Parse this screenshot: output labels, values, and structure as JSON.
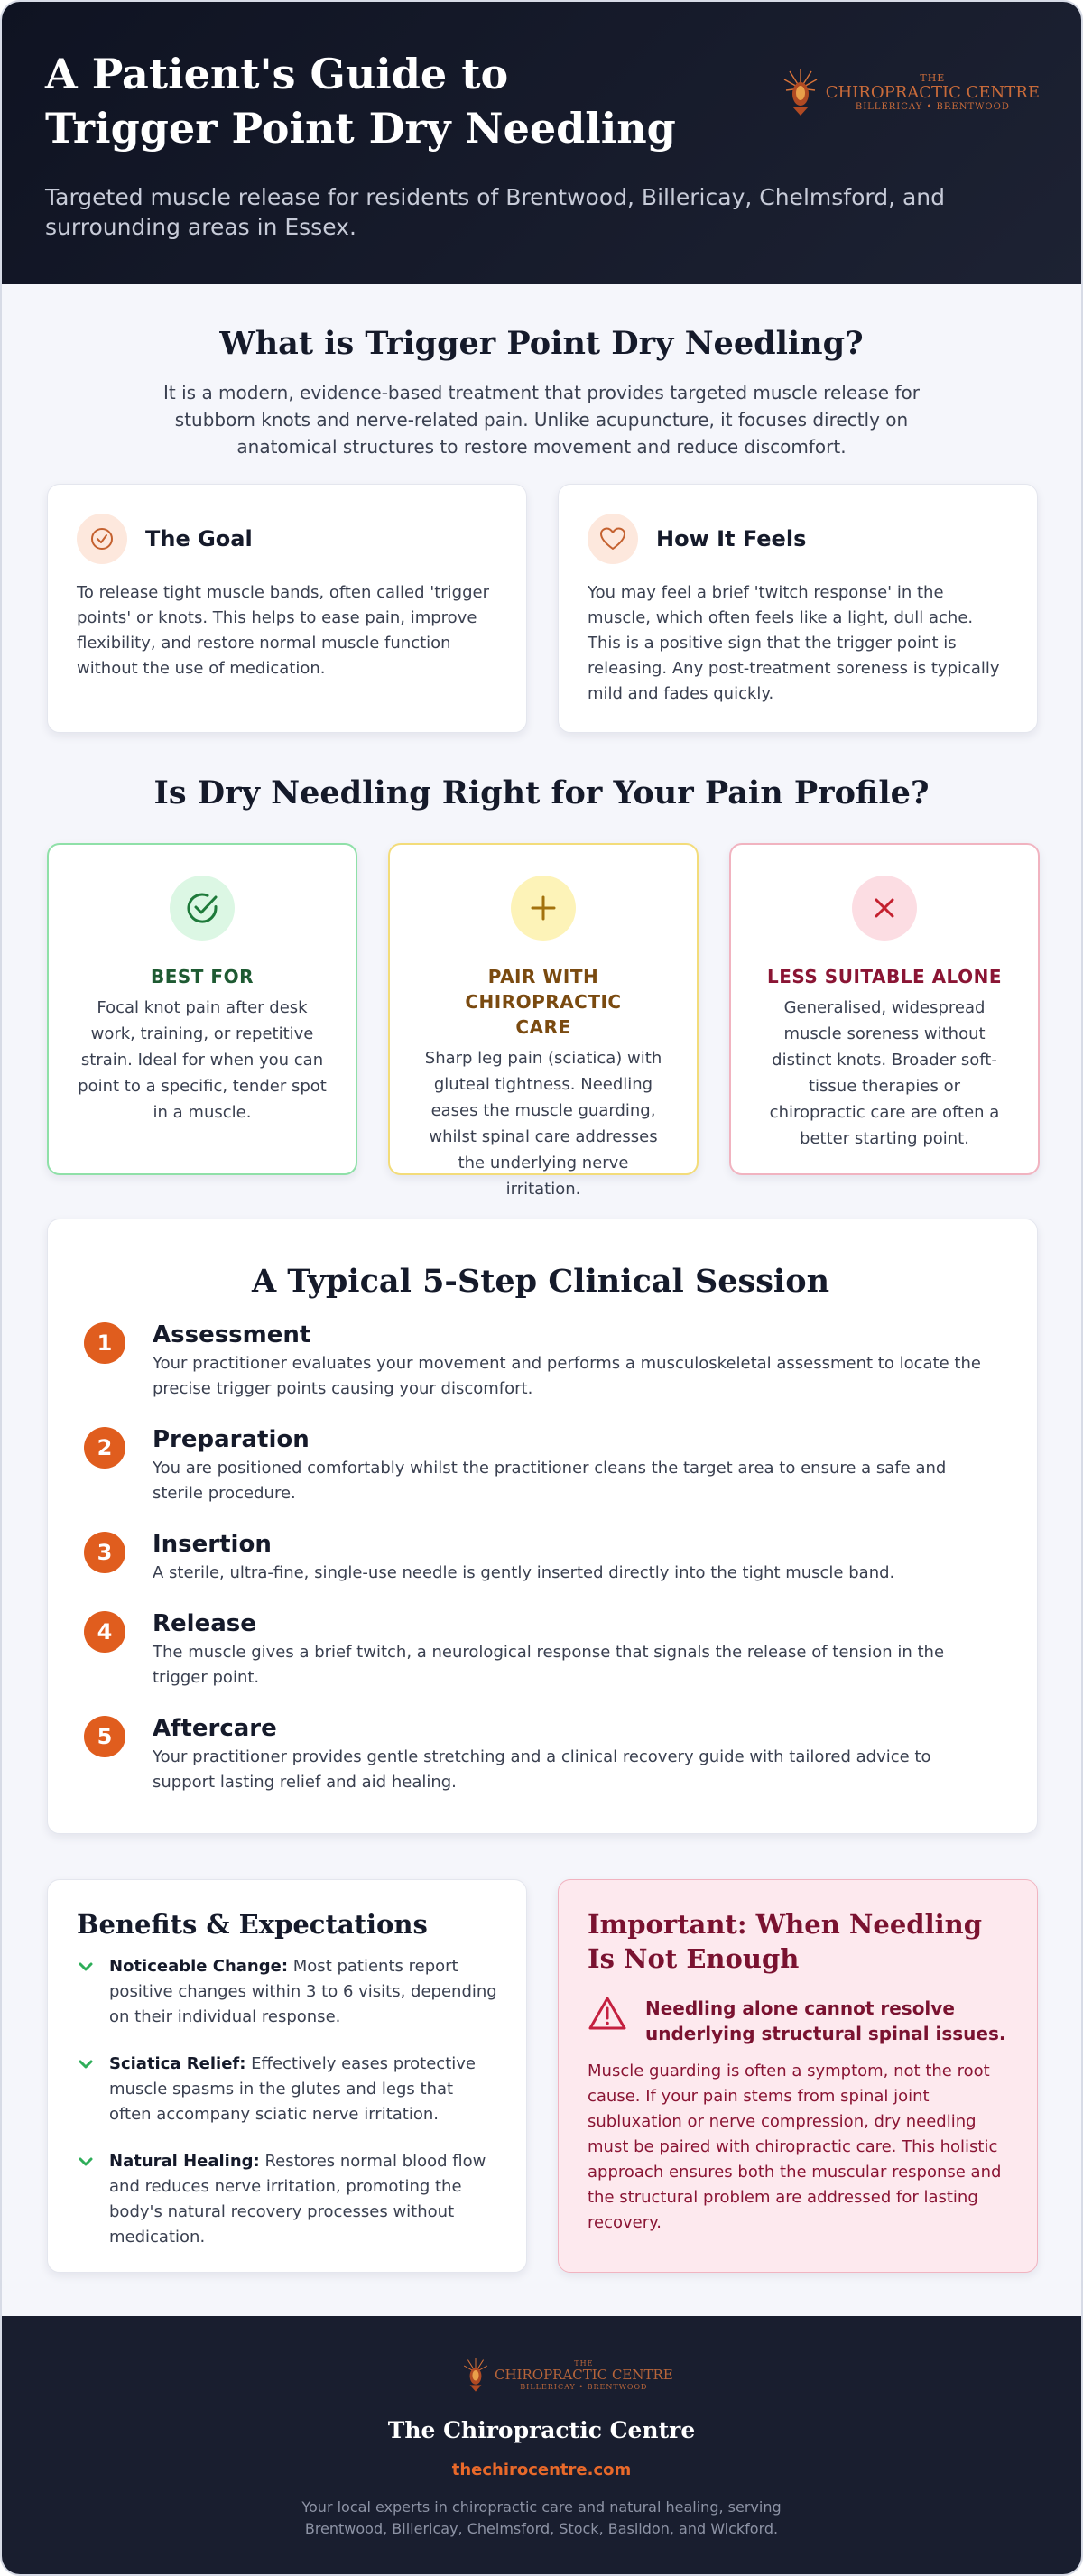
{
  "header": {
    "title_line1": "A Patient's Guide to",
    "title_line2": "Trigger Point Dry Needling",
    "subtitle": "Targeted muscle release for residents of Brentwood, Billericay, Chelmsford, and surrounding areas in Essex."
  },
  "logo": {
    "line1": "THE",
    "line2": "CHIROPRACTIC CENTRE",
    "line3": "BILLERICAY • BRENTWOOD"
  },
  "what_is": {
    "title": "What is Trigger Point Dry Needling?",
    "intro": "It is a modern, evidence-based treatment that provides targeted muscle release for stubborn knots and nerve-related pain. Unlike acupuncture, it focuses directly on anatomical structures to restore movement and reduce discomfort."
  },
  "cards": [
    {
      "title": "The Goal",
      "icon": "check-circle-icon",
      "text": "To release tight muscle bands, often called 'trigger points' or knots. This helps to ease pain, improve flexibility, and restore normal muscle function without the use of medication."
    },
    {
      "title": "How It Feels",
      "icon": "heart-icon",
      "text": "You may feel a brief 'twitch response' in the muscle, which often feels like a light, dull ache. This is a positive sign that the trigger point is releasing. Any post-treatment soreness is typically mild and fades quickly."
    }
  ],
  "profile": {
    "title": "Is Dry Needling Right for Your Pain Profile?",
    "items": [
      {
        "label": "BEST FOR",
        "icon": "check-circle-icon",
        "text": "Focal knot pain after desk work, training, or repetitive strain. Ideal for when you can point to a specific, tender spot in a muscle.",
        "accent": "#1e7a3a",
        "border": "#8fe0a8",
        "bg": "#dcf7e4"
      },
      {
        "label": "PAIR WITH CHIROPRACTIC CARE",
        "icon": "plus-icon",
        "text": "Sharp leg pain (sciatica) with gluteal tightness. Needling eases the muscle guarding, whilst spinal care addresses the underlying nerve irritation.",
        "accent": "#7a4a10",
        "border": "#f3dc7a",
        "bg": "#fdf3b8"
      },
      {
        "label": "LESS SUITABLE ALONE",
        "icon": "close-icon",
        "text": "Generalised, widespread muscle soreness without distinct knots. Broader soft-tissue therapies or chiropractic care are often a better starting point.",
        "accent": "#8a1534",
        "border": "#f1b3c0",
        "bg": "#fcdde3"
      }
    ]
  },
  "session": {
    "title": "A Typical 5-Step Clinical Session",
    "steps": [
      {
        "num": "1",
        "title": "Assessment",
        "text": "Your practitioner evaluates your movement and performs a musculoskeletal assessment to locate the precise trigger points causing your discomfort."
      },
      {
        "num": "2",
        "title": "Preparation",
        "text": "You are positioned comfortably whilst the practitioner cleans the target area to ensure a safe and sterile procedure."
      },
      {
        "num": "3",
        "title": "Insertion",
        "text": "A sterile, ultra-fine, single-use needle is gently inserted directly into the tight muscle band."
      },
      {
        "num": "4",
        "title": "Release",
        "text": "The muscle gives a brief twitch, a neurological response that signals the release of tension in the trigger point."
      },
      {
        "num": "5",
        "title": "Aftercare",
        "text": "Your practitioner provides gentle stretching and a clinical recovery guide with tailored advice to support lasting relief and aid healing."
      }
    ]
  },
  "benefits": {
    "title": "Benefits & Expectations",
    "items": [
      {
        "bold": "Noticeable Change:",
        "text": " Most patients report positive changes within 3 to 6 visits, depending on their individual response."
      },
      {
        "bold": "Sciatica Relief:",
        "text": " Effectively eases protective muscle spasms in the glutes and legs that often accompany sciatic nerve irritation."
      },
      {
        "bold": "Natural Healing:",
        "text": " Restores normal blood flow and reduces nerve irritation, promoting the body's natural recovery processes without medication."
      }
    ]
  },
  "important": {
    "title": "Important: When Needling Is Not Enough",
    "warning": "Needling alone cannot resolve underlying structural spinal issues.",
    "text": "Muscle guarding is often a symptom, not the root cause. If your pain stems from spinal joint subluxation or nerve compression, dry needling must be paired with chiropractic care. This holistic approach ensures both the muscular response and the structural problem are addressed for lasting recovery."
  },
  "footer": {
    "name": "The Chiropractic Centre",
    "url": "thechirocentre.com",
    "desc": "Your local experts in chiropractic care and natural healing, serving Brentwood, Billericay, Chelmsford, Stock, Basildon, and Wickford."
  },
  "colors": {
    "accent": "#e05d1e",
    "navy": "#191e2f",
    "warn": "#8a1534"
  }
}
